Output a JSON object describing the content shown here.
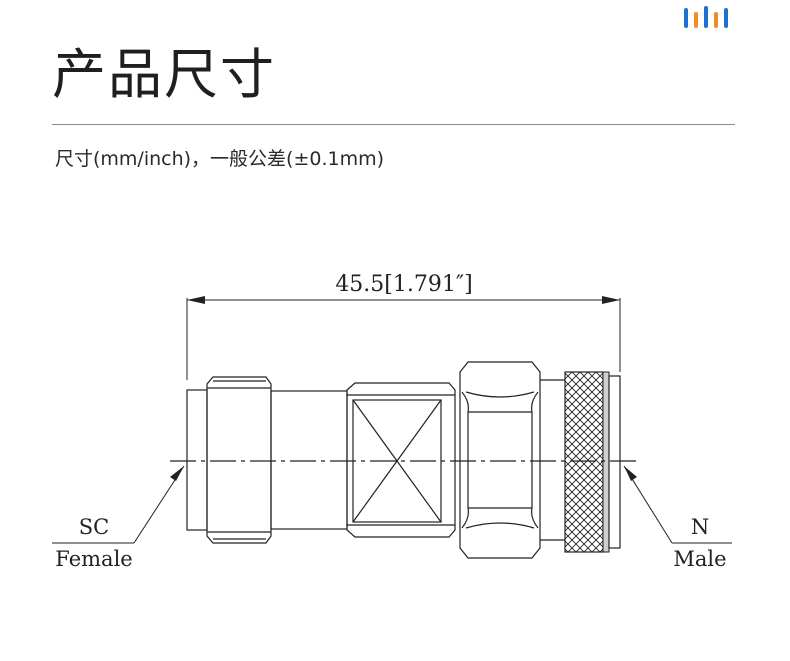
{
  "header": {
    "title": "产品尺寸",
    "subtitle": "尺寸(mm/inch)，一般公差(±0.1mm)",
    "logo_icon": "brand-bars-icon",
    "logo_colors": [
      "#1f6fd1",
      "#f08a24",
      "#1f6fd1",
      "#f08a24",
      "#1f6fd1"
    ]
  },
  "drawing": {
    "dimension_label": "45.5[1.791″]",
    "left_end": {
      "top": "SC",
      "bottom": "Female"
    },
    "right_end": {
      "top": "N",
      "bottom": "Male"
    }
  }
}
